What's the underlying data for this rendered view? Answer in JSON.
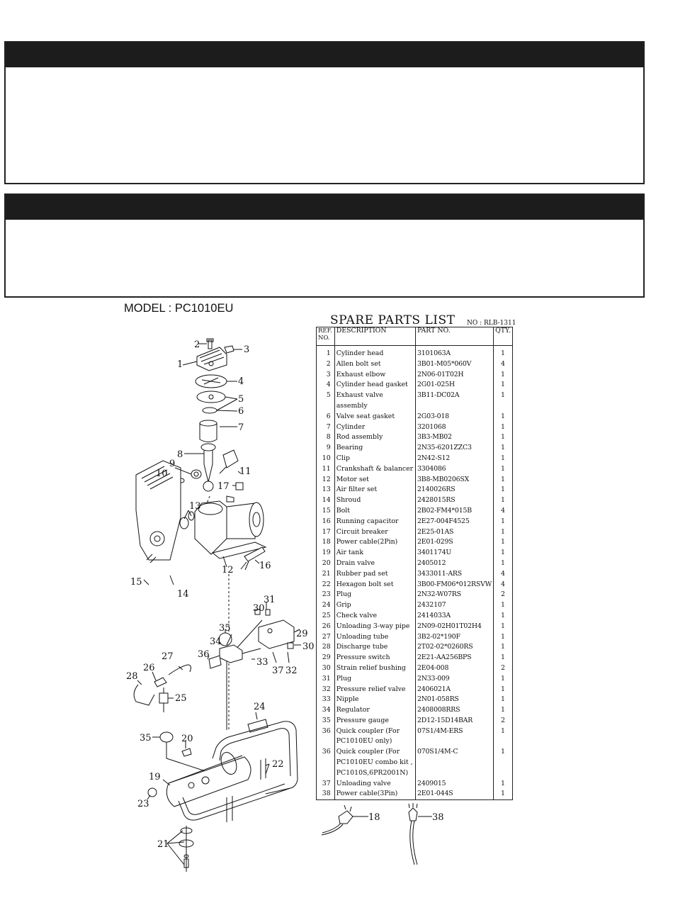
{
  "model_label": "MODEL : PC1010EU",
  "spare_parts": {
    "title": "SPARE PARTS LIST",
    "doc_no": "NO : RLB-1311",
    "headers": {
      "ref": "REF. NO.",
      "description": "DESCRIPTION",
      "part_no": "PART NO.",
      "qty": "QTY."
    },
    "rows": [
      {
        "ref": "1",
        "description": "Cylinder head",
        "part_no": "3101063A",
        "qty": "1"
      },
      {
        "ref": "2",
        "description": "Allen bolt set",
        "part_no": "3B01-M05*060V",
        "qty": "4"
      },
      {
        "ref": "3",
        "description": "Exhaust elbow",
        "part_no": "2N06-01T02H",
        "qty": "1"
      },
      {
        "ref": "4",
        "description": "Cylinder head gasket",
        "part_no": "2G01-025H",
        "qty": "1"
      },
      {
        "ref": "5",
        "description": "Exhaust valve assembly",
        "part_no": "3B11-DC02A",
        "qty": "1"
      },
      {
        "ref": "6",
        "description": "Valve seat gasket",
        "part_no": "2G03-018",
        "qty": "1"
      },
      {
        "ref": "7",
        "description": "Cylinder",
        "part_no": "3201068",
        "qty": "1"
      },
      {
        "ref": "8",
        "description": "Rod assembly",
        "part_no": "3B3-MB02",
        "qty": "1"
      },
      {
        "ref": "9",
        "description": "Bearing",
        "part_no": "2N35-6201ZZC3",
        "qty": "1"
      },
      {
        "ref": "10",
        "description": "Clip",
        "part_no": "2N42-S12",
        "qty": "1"
      },
      {
        "ref": "11",
        "description": "Crankshaft & balancer",
        "part_no": "3304086",
        "qty": "1"
      },
      {
        "ref": "12",
        "description": "Motor set",
        "part_no": "3B8-MB0206SX",
        "qty": "1"
      },
      {
        "ref": "13",
        "description": "Air filter set",
        "part_no": "2140026RS",
        "qty": "1"
      },
      {
        "ref": "14",
        "description": "Shroud",
        "part_no": "2428015RS",
        "qty": "1"
      },
      {
        "ref": "15",
        "description": "Bolt",
        "part_no": "2B02-FM4*015B",
        "qty": "4"
      },
      {
        "ref": "16",
        "description": "Running capacitor",
        "part_no": "2E27-004F4525",
        "qty": "1"
      },
      {
        "ref": "17",
        "description": "Circuit breaker",
        "part_no": "2E25-01AS",
        "qty": "1"
      },
      {
        "ref": "18",
        "description": "Power cable(2Pin)",
        "part_no": "2E01-029S",
        "qty": "1"
      },
      {
        "ref": "19",
        "description": "Air tank",
        "part_no": "3401174U",
        "qty": "1"
      },
      {
        "ref": "20",
        "description": "Drain valve",
        "part_no": "2405012",
        "qty": "1"
      },
      {
        "ref": "21",
        "description": "Rubber pad set",
        "part_no": "3433011-ARS",
        "qty": "4"
      },
      {
        "ref": "22",
        "description": "Hexagon bolt set",
        "part_no": "3B00-FM06*012RSVW",
        "qty": "4"
      },
      {
        "ref": "23",
        "description": "Plug",
        "part_no": "2N32-W07RS",
        "qty": "2"
      },
      {
        "ref": "24",
        "description": "Grip",
        "part_no": "2432107",
        "qty": "1"
      },
      {
        "ref": "25",
        "description": "Check valve",
        "part_no": "2414033A",
        "qty": "1"
      },
      {
        "ref": "26",
        "description": "Unloading 3-way pipe",
        "part_no": "2N09-02H01T02H4",
        "qty": "1"
      },
      {
        "ref": "27",
        "description": "Unloading tube",
        "part_no": "3B2-02*190F",
        "qty": "1"
      },
      {
        "ref": "28",
        "description": "Discharge tube",
        "part_no": "2T02-02*0260RS",
        "qty": "1"
      },
      {
        "ref": "29",
        "description": "Pressure switch",
        "part_no": "2E21-AA256BPS",
        "qty": "1"
      },
      {
        "ref": "30",
        "description": "Strain relief bushing",
        "part_no": "2E04-008",
        "qty": "2"
      },
      {
        "ref": "31",
        "description": "Plug",
        "part_no": "2N33-009",
        "qty": "1"
      },
      {
        "ref": "32",
        "description": "Pressure relief valve",
        "part_no": "2406021A",
        "qty": "1"
      },
      {
        "ref": "33",
        "description": "Nipple",
        "part_no": "2N01-058RS",
        "qty": "1"
      },
      {
        "ref": "34",
        "description": "Regulator",
        "part_no": "2408008RRS",
        "qty": "1"
      },
      {
        "ref": "35",
        "description": "Pressure gauge",
        "part_no": "2D12-15D14BAR",
        "qty": "2"
      },
      {
        "ref": "36",
        "description": "Quick coupler (For PC1010EU only)",
        "part_no": "07S1/4M-ERS",
        "qty": "1"
      },
      {
        "ref": "36",
        "description": "Quick coupler (For PC1010EU combo kit , PC1010S,6PR2001N)",
        "part_no": "070S1/4M-C",
        "qty": "1"
      },
      {
        "ref": "37",
        "description": "Unloading valve",
        "part_no": "2409015",
        "qty": "1"
      },
      {
        "ref": "38",
        "description": "Power cable(3Pin)",
        "part_no": "2E01-044S",
        "qty": "1"
      }
    ]
  },
  "diagram_callouts": [
    "1",
    "2",
    "3",
    "4",
    "5",
    "6",
    "7",
    "8",
    "9",
    "10",
    "11",
    "12",
    "13",
    "14",
    "15",
    "16",
    "17",
    "20",
    "21",
    "22",
    "23",
    "24",
    "25",
    "26",
    "27",
    "28",
    "29",
    "30",
    "31",
    "32",
    "33",
    "34",
    "35",
    "36",
    "37",
    "18",
    "38"
  ]
}
